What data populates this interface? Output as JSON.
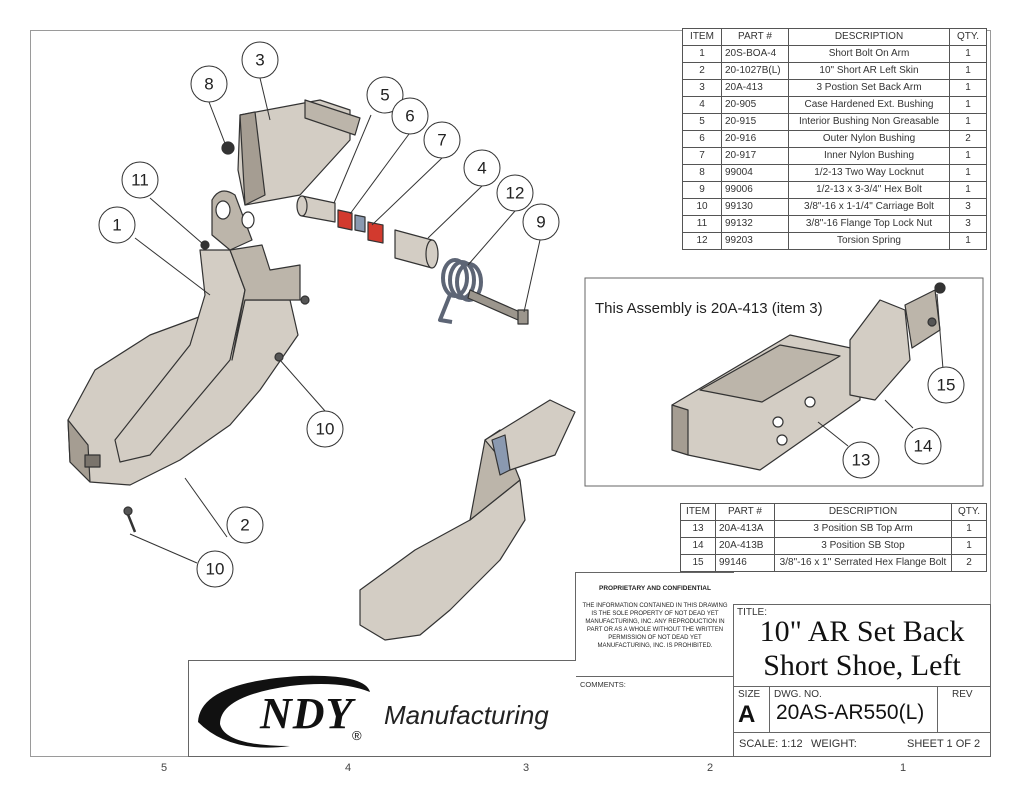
{
  "bom_main": {
    "headers": [
      "ITEM",
      "PART #",
      "DESCRIPTION",
      "QTY."
    ],
    "rows": [
      [
        "1",
        "20S-BOA-4",
        "Short Bolt On Arm",
        "1"
      ],
      [
        "2",
        "20-1027B(L)",
        "10\" Short AR Left Skin",
        "1"
      ],
      [
        "3",
        "20A-413",
        "3 Postion Set Back Arm",
        "1"
      ],
      [
        "4",
        "20-905",
        "Case Hardened Ext. Bushing",
        "1"
      ],
      [
        "5",
        "20-915",
        "Interior Bushing Non Greasable",
        "1"
      ],
      [
        "6",
        "20-916",
        "Outer Nylon Bushing",
        "2"
      ],
      [
        "7",
        "20-917",
        "Inner Nylon Bushing",
        "1"
      ],
      [
        "8",
        "99004",
        "1/2-13 Two Way Locknut",
        "1"
      ],
      [
        "9",
        "99006",
        "1/2-13 x 3-3/4\" Hex Bolt",
        "1"
      ],
      [
        "10",
        "99130",
        "3/8\"-16 x 1-1/4\" Carriage Bolt",
        "3"
      ],
      [
        "11",
        "99132",
        "3/8\"-16 Flange Top Lock Nut",
        "3"
      ],
      [
        "12",
        "99203",
        "Torsion Spring",
        "1"
      ]
    ]
  },
  "bom_sub": {
    "headers": [
      "ITEM",
      "PART #",
      "DESCRIPTION",
      "QTY."
    ],
    "rows": [
      [
        "13",
        "20A-413A",
        "3 Position SB Top Arm",
        "1"
      ],
      [
        "14",
        "20A-413B",
        "3 Position SB Stop",
        "1"
      ],
      [
        "15",
        "99146",
        "3/8\"-16 x 1\" Serrated Hex Flange Bolt",
        "2"
      ]
    ]
  },
  "inset": {
    "caption": "This Assembly is 20A-413 (item 3)"
  },
  "balloons": {
    "b1": "1",
    "b2": "2",
    "b3": "3",
    "b4": "4",
    "b5": "5",
    "b6": "6",
    "b7": "7",
    "b8": "8",
    "b9": "9",
    "b10a": "10",
    "b10b": "10",
    "b11": "11",
    "b12": "12",
    "b13": "13",
    "b14": "14",
    "b15": "15"
  },
  "confidential": {
    "heading": "PROPRIETARY AND CONFIDENTIAL",
    "body": "THE INFORMATION CONTAINED IN THIS DRAWING IS THE SOLE PROPERTY OF NOT DEAD YET MANUFACTURING, INC. ANY REPRODUCTION IN PART OR AS A WHOLE WITHOUT THE WRITTEN PERMISSION OF NOT DEAD YET MANUFACTURING, INC. IS PROHIBITED."
  },
  "comments_label": "COMMENTS:",
  "title_block": {
    "title_label": "TITLE:",
    "title_line1": "10\" AR Set Back",
    "title_line2": "Short Shoe, Left",
    "size_label": "SIZE",
    "size_value": "A",
    "dwg_label": "DWG.  NO.",
    "dwg_value": "20AS-AR550(L)",
    "rev_label": "REV",
    "scale": "SCALE: 1:12",
    "weight": "WEIGHT:",
    "sheet": "SHEET 1 OF 2"
  },
  "logo": {
    "brand": "NDY",
    "suffix": "Manufacturing",
    "registered": "®"
  },
  "zones": [
    "5",
    "4",
    "3",
    "2",
    "1"
  ],
  "colors": {
    "part_fill": "#d3cdc4",
    "part_dark": "#a59d92",
    "bushing_red": "#d23a2e",
    "line": "#333333"
  }
}
